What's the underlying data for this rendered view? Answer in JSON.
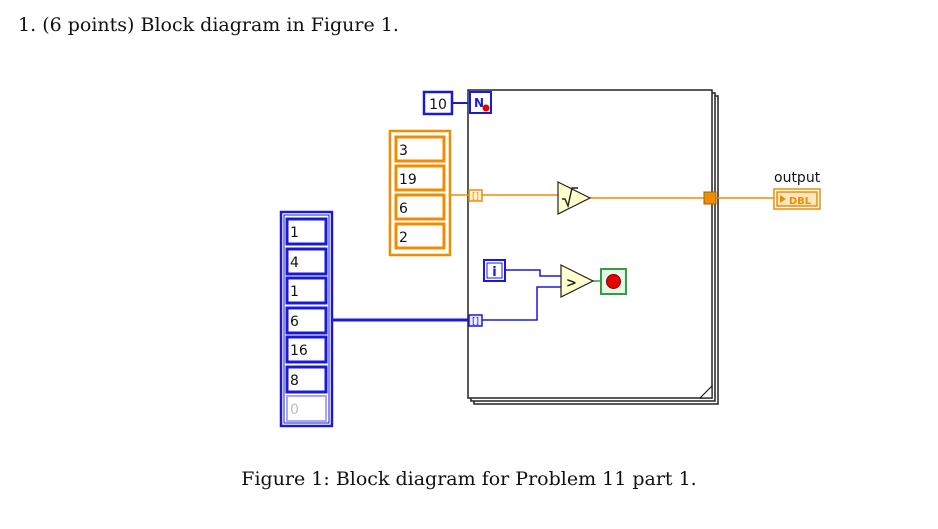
{
  "question": {
    "number": "1.",
    "points": "(6 points)",
    "text": "Block diagram in Figure 1."
  },
  "caption": "Figure 1: Block diagram for Problem 11 part 1.",
  "diagram": {
    "count_constant": "10",
    "loop_count_terminal": "N",
    "iteration_terminal": "i",
    "orange_array": [
      "3",
      "19",
      "6",
      "2"
    ],
    "blue_array": [
      "1",
      "4",
      "1",
      "6",
      "16",
      "8"
    ],
    "blue_array_empty": "0",
    "output_label": "output",
    "output_type": "DBL",
    "colors": {
      "double_wire": "#f08c00",
      "integer_wire": "#1a1ad6",
      "stop_green": "#2ea043",
      "stop_red": "#e60000"
    }
  }
}
